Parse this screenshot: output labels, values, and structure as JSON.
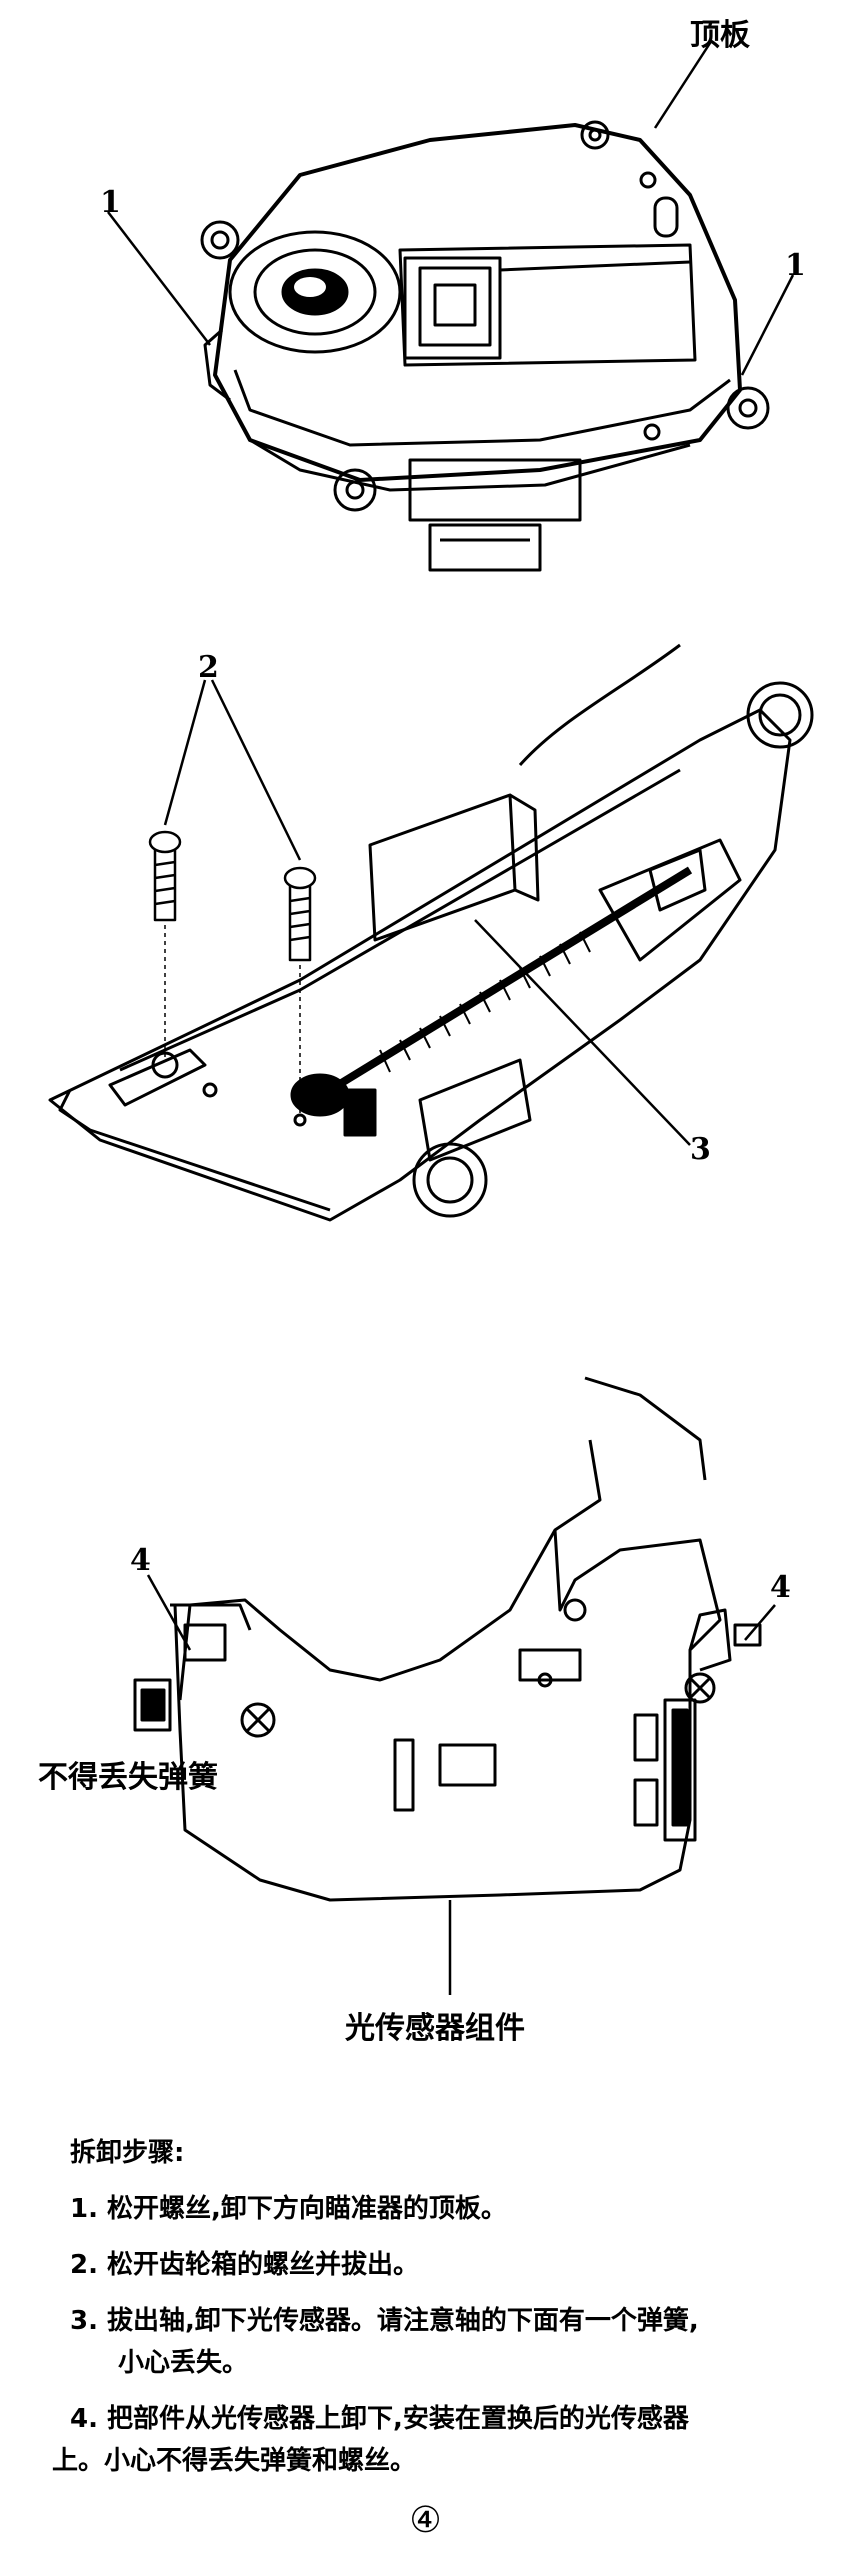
{
  "figure1": {
    "label_top": "顶板",
    "label_left": "1",
    "label_right": "1"
  },
  "figure2": {
    "label_2": "2",
    "label_3": "3"
  },
  "figure3": {
    "label_left": "4",
    "label_right": "4",
    "spring_note": "不得丢失弹簧",
    "assembly_label": "光传感器组件"
  },
  "steps": {
    "heading": "拆卸步骤:",
    "step1": "1. 松开螺丝,卸下方向瞄准器的顶板。",
    "step2": "2. 松开齿轮箱的螺丝并拔出。",
    "step3a": "3. 拔出轴,卸下光传感器。请注意轴的下面有一个弹簧,",
    "step3b": "小心丢失。",
    "step4a": "4. 把部件从光传感器上卸下,安装在置换后的光传感器",
    "step4b": "上。小心不得丢失弹簧和螺丝。"
  },
  "page_number": "④"
}
